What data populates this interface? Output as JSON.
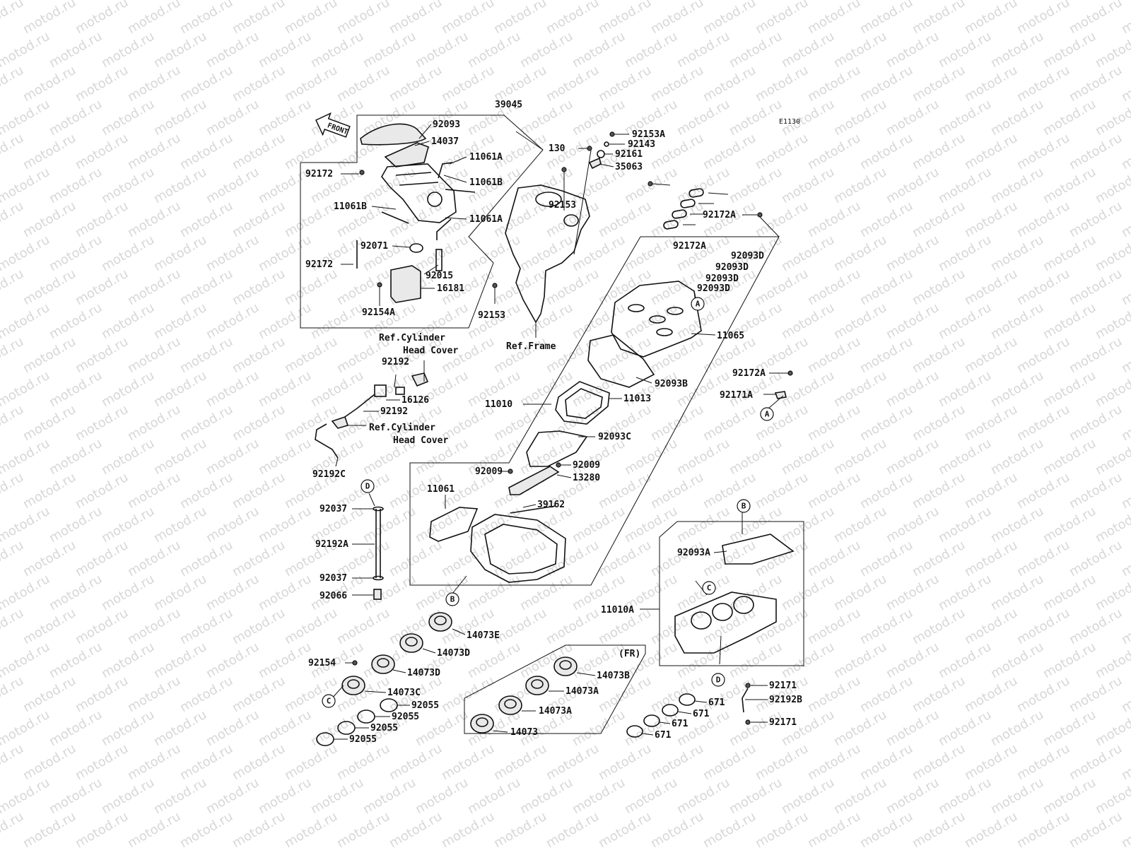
{
  "diagram_code": "E1130",
  "front_label": "FRONT",
  "fr_label": "(FR)",
  "refs": {
    "cyl_head_1a": "Ref.Cylinder",
    "cyl_head_1b": "Head Cover",
    "cyl_head_2a": "Ref.Cylinder",
    "cyl_head_2b": "Head Cover",
    "frame": "Ref.Frame"
  },
  "callouts": {
    "a1": "A",
    "a2": "A",
    "b1": "B",
    "b2": "B",
    "c1": "C",
    "c2": "C",
    "d1": "D",
    "d2": "D"
  },
  "watermark_text": "motod.ru",
  "labels": [
    "39045",
    "92093",
    "14037",
    "11061A",
    "11061B",
    "92172",
    "11061B",
    "11061A",
    "92071",
    "92172",
    "92015",
    "16181",
    "92154A",
    "130",
    "92153A",
    "92143",
    "92161",
    "35063",
    "92153",
    "92153",
    "92172A",
    "92172A",
    "92093D",
    "92093D",
    "92093D",
    "92093D",
    "11065",
    "92093B",
    "11010",
    "11013",
    "92172A",
    "92171A",
    "92192",
    "16126",
    "92192",
    "92192C",
    "92093C",
    "92009",
    "92009",
    "13280",
    "11061",
    "39162",
    "92037",
    "92192A",
    "92037",
    "92066",
    "92093A",
    "11010A",
    "14073E",
    "14073D",
    "14073D",
    "92154",
    "14073C",
    "92055",
    "92055",
    "92055",
    "92055",
    "14073B",
    "14073A",
    "14073A",
    "14073",
    "92171",
    "92192B",
    "92171",
    "671",
    "671",
    "671",
    "671"
  ]
}
